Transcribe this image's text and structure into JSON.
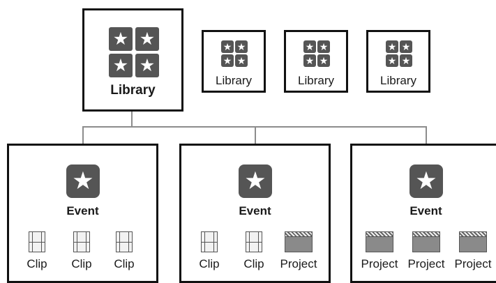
{
  "library": {
    "main_label": "Library",
    "small_labels": [
      "Library",
      "Library",
      "Library"
    ]
  },
  "events": [
    {
      "label": "Event",
      "items": [
        {
          "type": "clip",
          "label": "Clip"
        },
        {
          "type": "clip",
          "label": "Clip"
        },
        {
          "type": "clip",
          "label": "Clip"
        }
      ]
    },
    {
      "label": "Event",
      "items": [
        {
          "type": "clip",
          "label": "Clip"
        },
        {
          "type": "clip",
          "label": "Clip"
        },
        {
          "type": "project",
          "label": "Project"
        }
      ]
    },
    {
      "label": "Event",
      "items": [
        {
          "type": "project",
          "label": "Project"
        },
        {
          "type": "project",
          "label": "Project"
        },
        {
          "type": "project",
          "label": "Project"
        }
      ]
    }
  ],
  "colors": {
    "icon": "#555555",
    "border": "#111111",
    "connector": "#8c8c8c",
    "project_tile": "#8a8a8a"
  },
  "icons": {
    "library": "star-grid-icon",
    "event": "star-icon",
    "clip": "film-strip-icon",
    "project": "clapper-icon"
  }
}
